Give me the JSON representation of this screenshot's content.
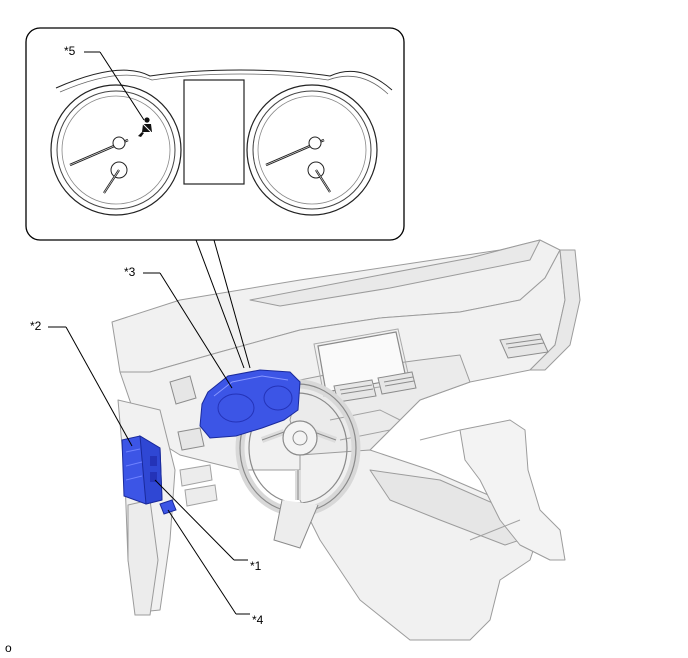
{
  "callouts": {
    "c5": "*5",
    "c3": "*3",
    "c2": "*2",
    "c1": "*1",
    "c4": "*4"
  },
  "corner_mark": "o",
  "colors": {
    "highlight": "#3c55e6",
    "highlight_dark": "#2433b8",
    "outline": "#000000",
    "dash_fill": "#f0f0f0",
    "dash_stroke": "#9a9a9a"
  }
}
